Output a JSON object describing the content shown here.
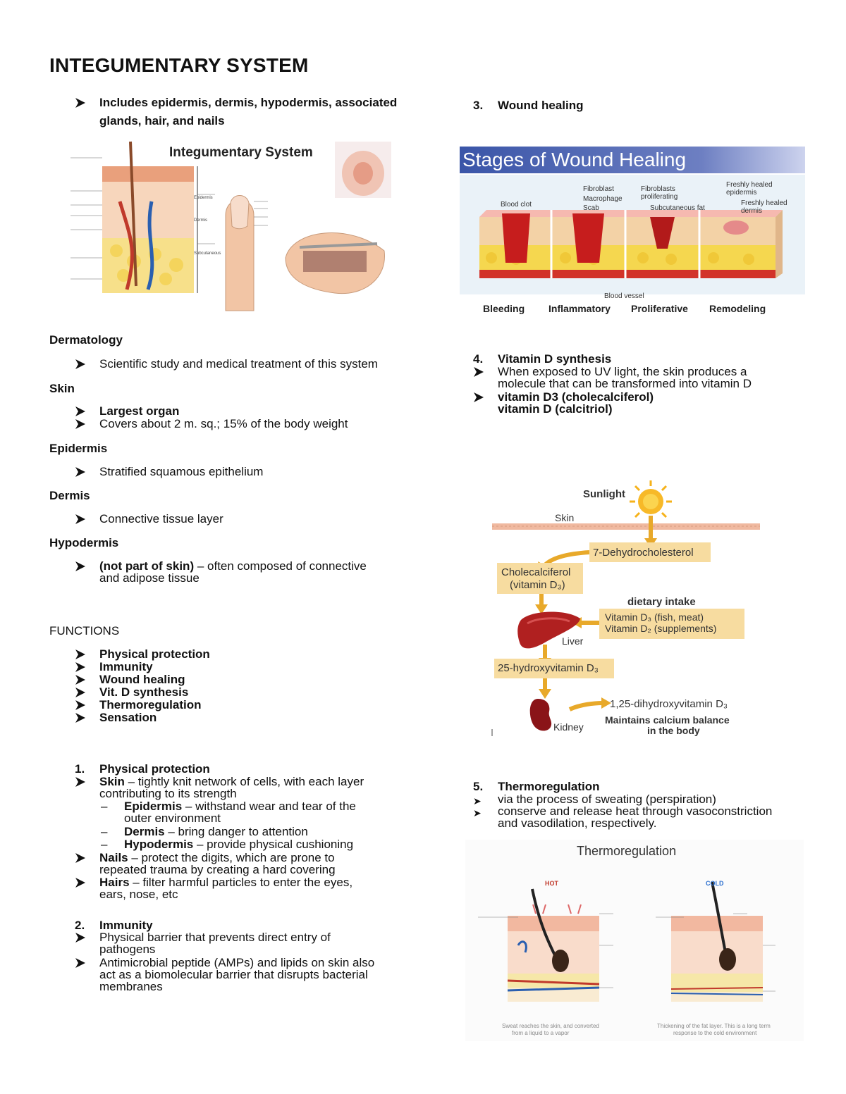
{
  "title": "INTEGUMENTARY SYSTEM",
  "intro": {
    "line1": "Includes epidermis, dermis, hypodermis, associated",
    "line2": "glands, hair, and nails"
  },
  "figure_integumentary": {
    "title": "Integumentary System",
    "labels": [
      "Epidermis",
      "Dermis",
      "Subcutaneous"
    ]
  },
  "dermatology": {
    "heading": "Dermatology",
    "item": "Scientific study and medical treatment of this system"
  },
  "skin": {
    "heading": "Skin",
    "item1": "Largest organ",
    "item2": "Covers about 2 m. sq.; 15% of the body weight"
  },
  "epidermis": {
    "heading": "Epidermis",
    "item": "Stratified squamous epithelium"
  },
  "dermis": {
    "heading": "Dermis",
    "item": "Connective tissue layer"
  },
  "hypodermis": {
    "heading": "Hypodermis",
    "item_bold": "(not part of skin)",
    "item_rest": " – often composed of connective",
    "item_line2": "and adipose tissue"
  },
  "functions": {
    "heading": "FUNCTIONS",
    "items": [
      "Physical protection",
      "Immunity",
      "Wound healing",
      "Vit. D synthesis",
      "Thermoregulation",
      "Sensation"
    ]
  },
  "physical": {
    "num": "1.",
    "heading": "Physical protection",
    "skin_bold": "Skin",
    "skin_rest": " – tightly knit network of cells, with each layer",
    "skin_line2": "contributing to its strength",
    "epi_bold": "Epidermis",
    "epi_rest": " – withstand wear and tear of the",
    "epi_line2": "outer environment",
    "der_bold": "Dermis",
    "der_rest": " – bring danger to attention",
    "hyp_bold": "Hypodermis",
    "hyp_rest": " – provide physical cushioning",
    "nails_bold": "Nails",
    "nails_rest": " – protect the digits, which are prone to",
    "nails_line2": "repeated trauma by creating a hard covering",
    "hairs_bold": "Hairs",
    "hairs_rest": " – filter harmful particles to enter the eyes,",
    "hairs_line2": "ears, nose, etc"
  },
  "immunity": {
    "num": "2.",
    "heading": "Immunity",
    "item1_line1": "Physical barrier that prevents direct entry of",
    "item1_line2": "pathogens",
    "item2_line1": "Antimicrobial peptide (AMPs) and lipids on skin also",
    "item2_line2": "act as a biomolecular barrier that disrupts bacterial",
    "item2_line3": "membranes"
  },
  "wound": {
    "num": "3.",
    "heading": "Wound healing",
    "figure_title": "Stages of Wound Healing",
    "labels": {
      "clot": "Blood clot",
      "fibroblast": "Fibroblast",
      "macrophage": "Macrophage",
      "scab": "Scab",
      "fibro_prolif": "Fibroblasts",
      "fibro_prolif2": "proliferating",
      "subcut": "Subcutaneous fat",
      "fresh_epi": "Freshly healed",
      "fresh_epi2": "epidermis",
      "fresh_der": "Freshly healed",
      "fresh_der2": "dermis",
      "vessel": "Blood vessel"
    },
    "stages": [
      "Bleeding",
      "Inflammatory",
      "Proliferative",
      "Remodeling"
    ]
  },
  "vitd": {
    "num": "4.",
    "heading": "Vitamin D synthesis",
    "item1_line1": "When exposed to UV light, the skin produces a",
    "item1_line2": "molecule that can be transformed into vitamin D",
    "item2_line1": "vitamin D3 (cholecalciferol)",
    "item2_line2": "vitamin D (calcitriol)",
    "figure": {
      "sunlight": "Sunlight",
      "skin": "Skin",
      "dehydro": "7-Dehydrocholesterol",
      "chole1": "Cholecalciferol",
      "chole2": "(vitamin D₃)",
      "dietary": "dietary intake",
      "d3": "Vitamin D₃ (fish, meat)",
      "d2": "Vitamin D₂ (supplements)",
      "liver": "Liver",
      "hydroxy": "25-hydroxyvitamin D₃",
      "dihydroxy": "1,25-dihydroxyvitamin D₃",
      "maintains1": "Maintains calcium balance",
      "maintains2": "in the body",
      "kidney": "Kidney"
    }
  },
  "thermo": {
    "num": "5.",
    "heading": "Thermoregulation",
    "item1": "via the process of sweating (perspiration)",
    "item2_line1": "conserve and release heat through vasoconstriction",
    "item2_line2": "and vasodilation, respectively.",
    "figure": {
      "title": "Thermoregulation",
      "hot": "HOT",
      "cold": "COLD",
      "hot_caption1": "Sweat reaches the skin, and converted",
      "hot_caption2": "from a liquid to a vapor",
      "cold_caption1": "Thickening of the fat layer. This is a long term",
      "cold_caption2": "response to the cold environment"
    }
  },
  "colors": {
    "wound_header": "#3a55a8",
    "sun": "#f6b21a",
    "box": "#f7dca0",
    "arrow": "#e8a92a",
    "liver": "#b02020",
    "kidney": "#8a1418"
  }
}
